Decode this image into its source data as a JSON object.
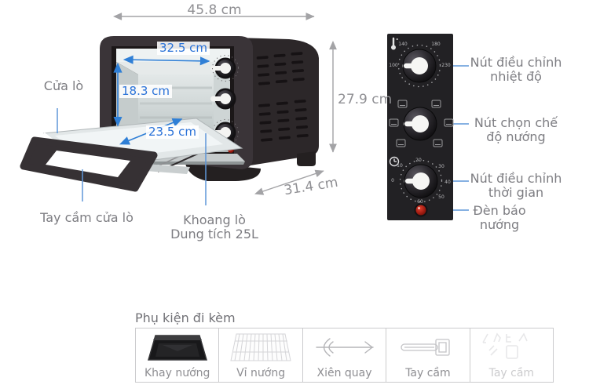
{
  "dimensions": {
    "overall_width": "45.8 cm",
    "overall_height": "27.9 cm",
    "overall_depth": "31.4 cm",
    "interior_width": "32.5 cm",
    "interior_height": "18.3 cm",
    "interior_depth": "23.5 cm"
  },
  "callouts": {
    "door": "Cửa lò",
    "door_handle": "Tay cầm cửa lò",
    "cavity_line1": "Khoang lò",
    "cavity_line2": "Dung tích 25L",
    "temp_line1": "Nút điều chỉnh",
    "temp_line2": "nhiệt độ",
    "mode_line1": "Nút chọn chế",
    "mode_line2": "độ nướng",
    "timer_line1": "Nút điều chỉnh",
    "timer_line2": "thời gian",
    "light_line1": "Đèn báo",
    "light_line2": "nướng"
  },
  "panel": {
    "temp_scale": [
      "100",
      "140",
      "180",
      "230"
    ],
    "timer_scale": [
      "0",
      "10",
      "20",
      "30",
      "40",
      "50",
      "60"
    ],
    "icons": [
      "thermometer-icon",
      "clock-icon",
      "mode-symbol-icons",
      "red-indicator-light"
    ]
  },
  "accessories": {
    "title": "Phụ kiện đi kèm",
    "items": [
      {
        "label": "Khay nướng",
        "icon": "baking-tray-icon"
      },
      {
        "label": "Vỉ nướng",
        "icon": "grill-rack-icon"
      },
      {
        "label": "Xiên quay",
        "icon": "rotisserie-skewer-icon"
      },
      {
        "label": "Tay cầm",
        "icon": "handle-tool-icon"
      },
      {
        "label": "Tay cầm",
        "icon": "faded-handle-icon"
      }
    ]
  },
  "colors": {
    "accent_blue": "#2a72d8",
    "callout_blue": "#5f97d9",
    "dim_gray": "#9f9fa3",
    "panel_black": "#222124",
    "body_dark": "#373135",
    "indicator_red": "#c0271b"
  }
}
